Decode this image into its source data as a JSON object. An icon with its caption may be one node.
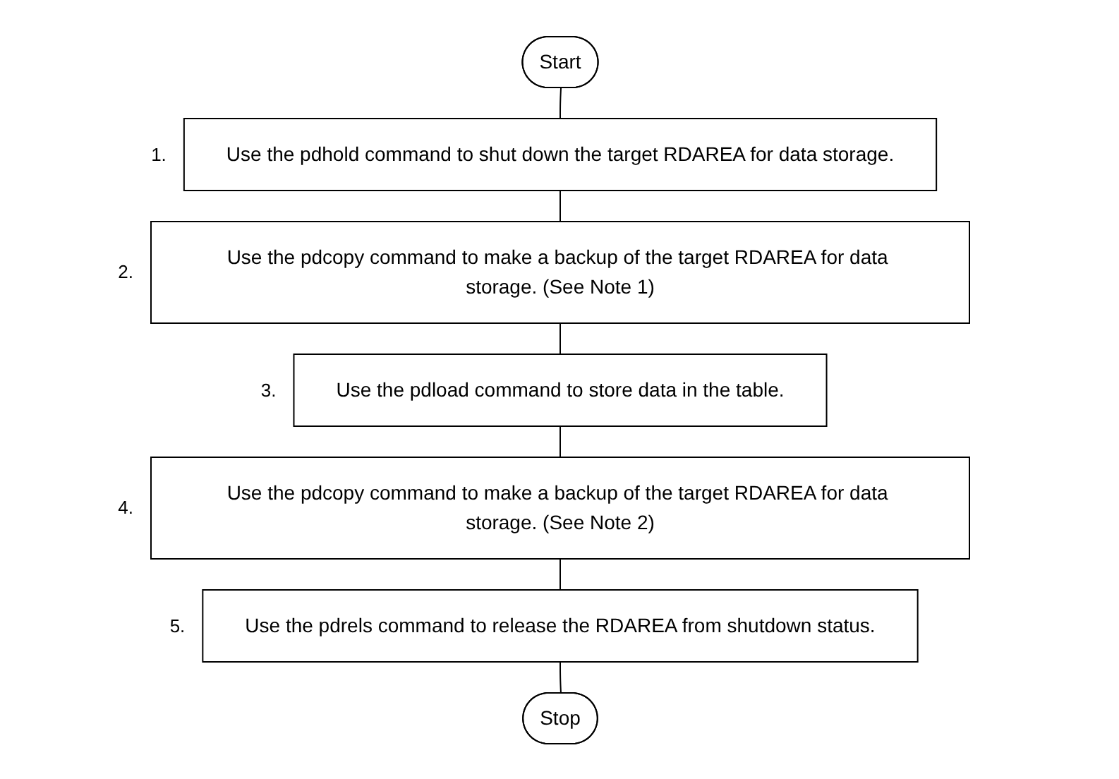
{
  "diagram": {
    "nodes": [
      {
        "text": [
          "Start"
        ]
      },
      {
        "text": [
          "Use the pdhold command to shut down the target RDAREA for data storage."
        ],
        "beside": [
          "1."
        ]
      },
      {
        "text": [
          "Use the pdcopy command to make a backup of the target RDAREA for data storage. (See Note 1)"
        ],
        "beside": [
          "2."
        ]
      },
      {
        "text": [
          "Use the pdload command to store data in the table."
        ],
        "beside": [
          "3."
        ]
      },
      {
        "text": [
          "Use the pdcopy command to make a backup of the target RDAREA for data storage. (See Note 2)"
        ],
        "beside": [
          "4."
        ]
      },
      {
        "text": [
          "Use the pdrels command to release the RDAREA from shutdown status."
        ],
        "beside": [
          "5."
        ]
      },
      {
        "text": [
          "Stop"
        ]
      }
    ],
    "edges": [
      {
        "from": 0,
        "to": 1,
        "arrow": "none"
      },
      {
        "from": 1,
        "to": 2,
        "arrow": "none"
      },
      {
        "from": 2,
        "to": 3,
        "arrow": "none"
      },
      {
        "from": 3,
        "to": 4,
        "arrow": "none"
      },
      {
        "from": 4,
        "to": 5,
        "arrow": "none"
      },
      {
        "from": 5,
        "to": 6,
        "arrow": "none"
      }
    ]
  }
}
